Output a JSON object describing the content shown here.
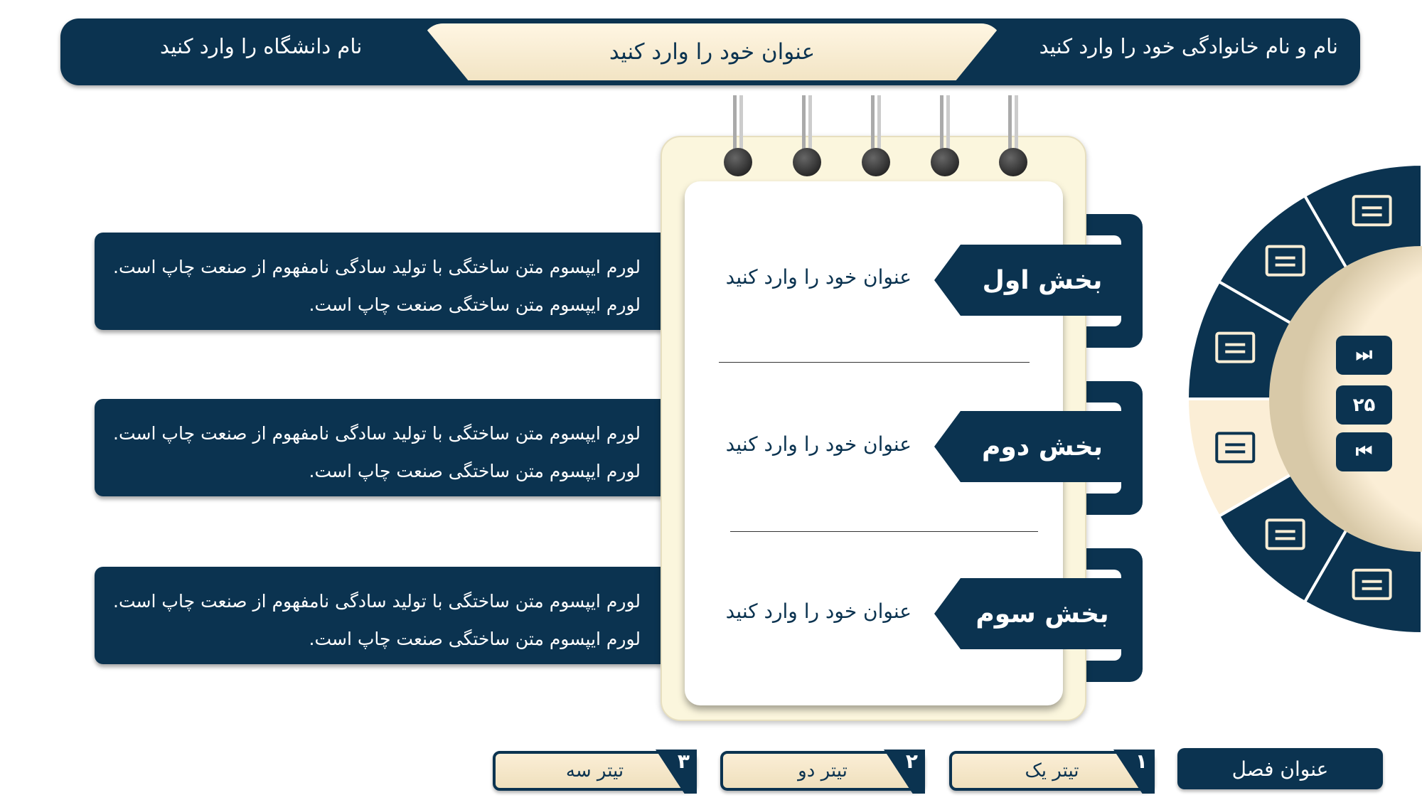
{
  "header": {
    "name": "نام و نام خانوادگی خود را وارد کنید",
    "title": "عنوان خود را وارد کنید",
    "university": "نام دانشگاه را وارد کنید"
  },
  "text_boxes": [
    "لورم ایپسوم متن ساختگی با تولید سادگی نامفهوم از صنعت چاپ است. لورم ایپسوم متن ساختگی صنعت چاپ است.",
    "لورم ایپسوم متن ساختگی با تولید سادگی نامفهوم از صنعت چاپ است. لورم ایپسوم متن ساختگی صنعت چاپ است.",
    "لورم ایپسوم متن ساختگی با تولید سادگی نامفهوم از صنعت چاپ است. لورم ایپسوم متن ساختگی صنعت چاپ است."
  ],
  "sections": [
    {
      "label": "بخش اول",
      "title": "عنوان خود را وارد کنید"
    },
    {
      "label": "بخش دوم",
      "title": "عنوان خود را وارد کنید"
    },
    {
      "label": "بخش سوم",
      "title": "عنوان خود را وارد کنید"
    }
  ],
  "wheel": {
    "page_number": "۲۵",
    "icons": [
      "document-settings-icon",
      "notebook-gear-icon",
      "binders-icon",
      "laptop-chart-icon",
      "presentation-easel-icon",
      "browser-list-icon"
    ],
    "active_index": 3
  },
  "footer": {
    "chapter": "عنوان فصل",
    "tabs": [
      {
        "num": "۱",
        "label": "تیتر یک"
      },
      {
        "num": "۲",
        "label": "تیتر دو"
      },
      {
        "num": "۳",
        "label": "تیتر سه"
      }
    ]
  },
  "colors": {
    "navy": "#0b3350",
    "cream": "#fbeed6"
  }
}
